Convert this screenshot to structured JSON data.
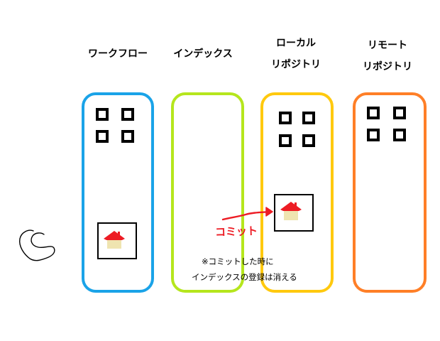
{
  "columns": [
    {
      "label": [
        "ワークフロー"
      ],
      "color": "#1AA3E8"
    },
    {
      "label": [
        "インデックス"
      ],
      "color": "#B5E61D"
    },
    {
      "label": [
        "ローカル",
        "リポジトリ"
      ],
      "color": "#FFC90E"
    },
    {
      "label": [
        "リモート",
        "リポジトリ"
      ],
      "color": "#FF7F27"
    }
  ],
  "commit": {
    "label": "コミット",
    "color": "#ED1C24"
  },
  "note": {
    "lines": [
      "※コミットした時に",
      "インデックスの登録は消える"
    ]
  },
  "colors": {
    "roof": "#ED1C24",
    "house_body": "#EFE4B0",
    "squares": "#000000"
  },
  "icons": [
    "file-squares-icon",
    "house-icon",
    "arrow-icon",
    "scribble-icon"
  ]
}
